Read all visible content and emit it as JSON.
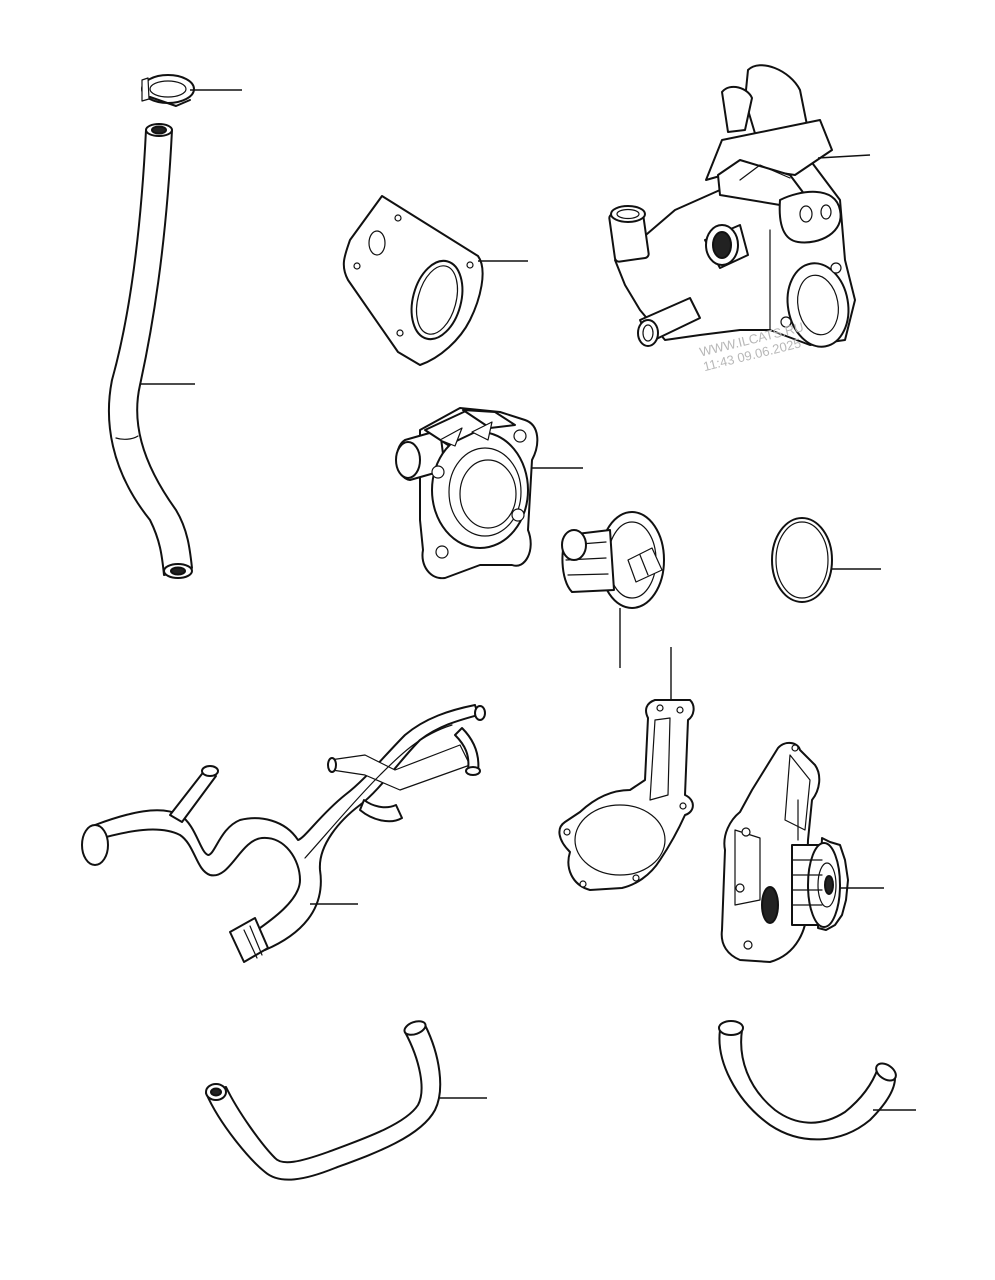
{
  "watermark": {
    "site": "WWW.ILCATS.RU",
    "datetime": "11:43 09.06.2025"
  },
  "parts": [
    {
      "name": "hose-clamp"
    },
    {
      "name": "long-bypass-hose"
    },
    {
      "name": "housing-gasket"
    },
    {
      "name": "thermostat-housing-outlet"
    },
    {
      "name": "thermostat-cover"
    },
    {
      "name": "thermostat"
    },
    {
      "name": "o-ring"
    },
    {
      "name": "water-inlet-pipe"
    },
    {
      "name": "water-pump-gasket"
    },
    {
      "name": "water-pump-assembly"
    },
    {
      "name": "lower-hose"
    },
    {
      "name": "short-hose"
    }
  ]
}
